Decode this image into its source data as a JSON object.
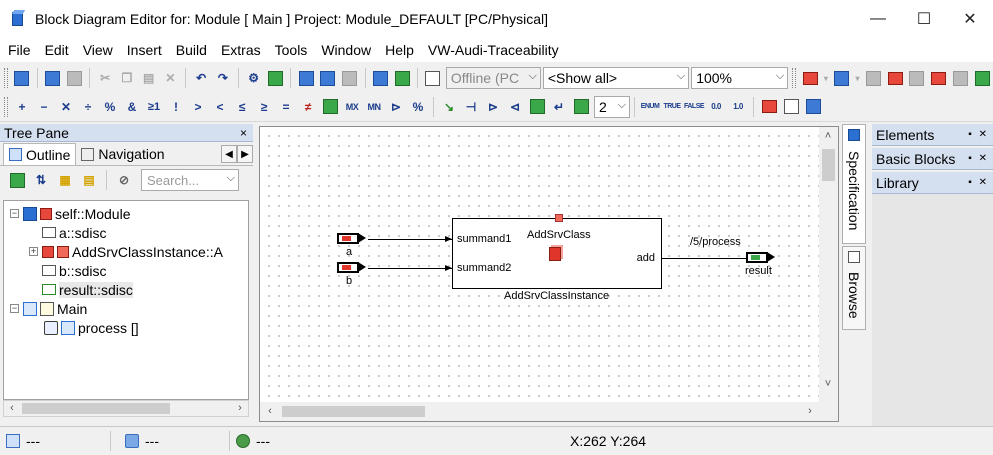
{
  "window": {
    "title": "Block Diagram Editor for: Module [ Main ] Project: Module_DEFAULT [PC/Physical]",
    "minimize": "—",
    "maximize": "☐",
    "close": "✕"
  },
  "menu": [
    "File",
    "Edit",
    "View",
    "Insert",
    "Build",
    "Extras",
    "Tools",
    "Window",
    "Help",
    "VW-Audi-Traceability"
  ],
  "toolbar1": {
    "mode_combo": "Offline (PC",
    "show_combo": "<Show all>",
    "zoom_combo": "100%"
  },
  "toolbar2": {
    "symbols": [
      "+",
      "−",
      "✕",
      "÷",
      "%",
      "&",
      "≥1",
      "!",
      ">",
      "<",
      "≤",
      "≥",
      "=",
      "≠"
    ],
    "mx": "MX",
    "mn": "MN",
    "count_combo": "2",
    "mini_labels": [
      "ENUM",
      "TRUE",
      "FALSE",
      "0.0",
      "1.0"
    ]
  },
  "tree_pane": {
    "title": "Tree Pane",
    "close": "×",
    "tabs": [
      "Outline",
      "Navigation"
    ],
    "search_placeholder": "Search...",
    "items": [
      {
        "label": "self::Module",
        "expander": "−"
      },
      {
        "label": "a::sdisc"
      },
      {
        "label": "AddSrvClassInstance::A",
        "expander": "+"
      },
      {
        "label": "b::sdisc"
      },
      {
        "label": "result::sdisc"
      },
      {
        "label": "Main",
        "expander": "−"
      },
      {
        "label": "process []"
      }
    ]
  },
  "diagram": {
    "block_class": "AddSrvClass",
    "block_instance": "AddSrvClassInstance",
    "input1": "summand1",
    "input2": "summand2",
    "output": "add",
    "wire_label": "/5/process",
    "port_a": "a",
    "port_b": "b",
    "port_result": "result"
  },
  "side_tabs": [
    "Specification",
    "Browse"
  ],
  "right_panes": [
    {
      "title": "Elements",
      "controls": "▪ ✕"
    },
    {
      "title": "Basic Blocks",
      "controls": "▪ ✕"
    },
    {
      "title": "Library",
      "controls": "▪ ✕"
    }
  ],
  "status": {
    "cell1": "---",
    "cell2": "---",
    "cell3": "---",
    "coords": "X:262 Y:264"
  }
}
